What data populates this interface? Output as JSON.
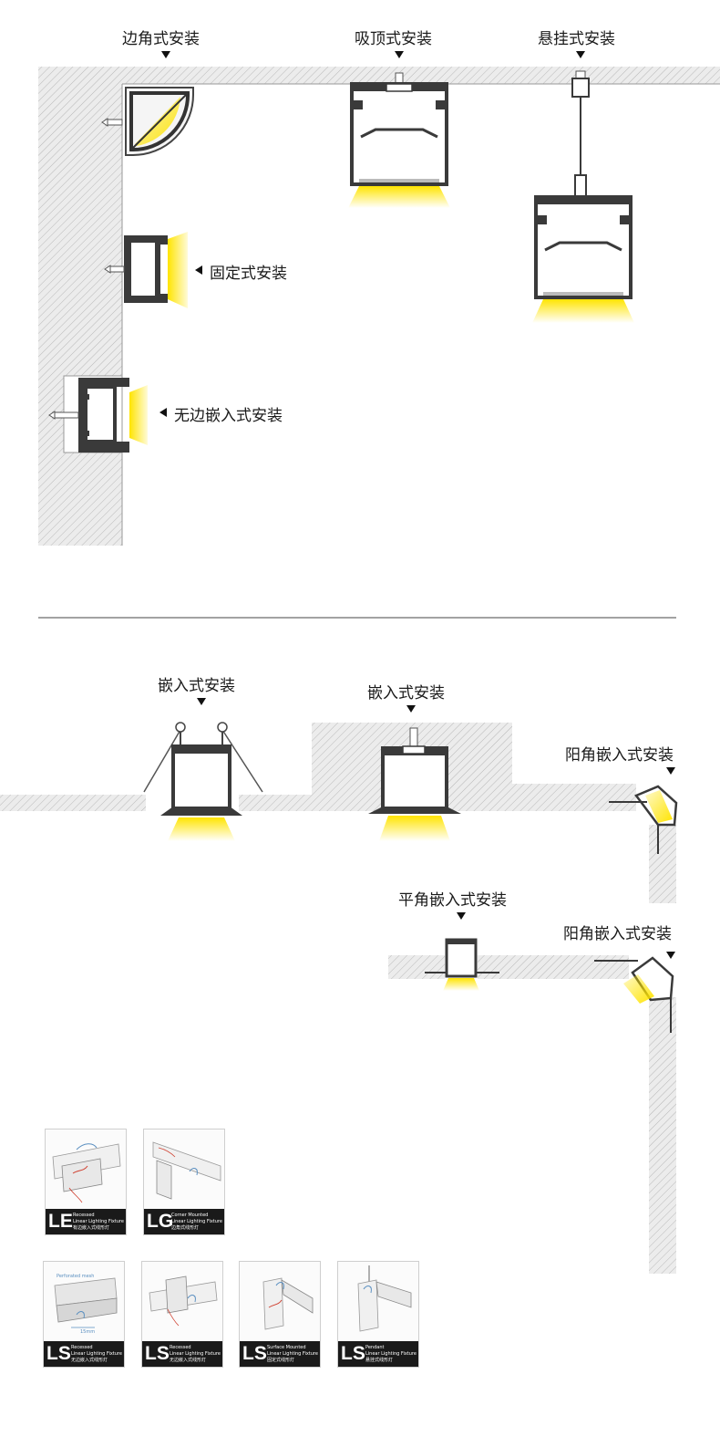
{
  "labels": {
    "corner_mount": "边角式安装",
    "ceiling_mount": "吸顶式安装",
    "pendant_mount": "悬挂式安装",
    "fixed_mount": "固定式安装",
    "frameless_recessed": "无边嵌入式安装",
    "recessed_1": "嵌入式安装",
    "recessed_2": "嵌入式安装",
    "outer_corner_1": "阳角嵌入式安装",
    "flat_corner": "平角嵌入式安装",
    "outer_corner_2": "阳角嵌入式安装"
  },
  "cards": [
    {
      "code": "LE",
      "line1": "Recessed",
      "line2": "Linear Lighting Fixture",
      "line3": "有边嵌入式线形灯"
    },
    {
      "code": "LG",
      "line1": "Corner Mounted",
      "line2": "Linear Lighting Fixture",
      "line3": "边角式线形灯"
    },
    {
      "code": "LS",
      "line1": "Recessed",
      "line2": "Linear Lighting Fixture",
      "line3": "无边嵌入式线形灯",
      "note": "Perforated mesh",
      "dim": "15mm"
    },
    {
      "code": "LS",
      "line1": "Recessed",
      "line2": "Linear Lighting Fixture",
      "line3": "无边嵌入式线形灯"
    },
    {
      "code": "LS",
      "line1": "Surface Mounted",
      "line2": "Linear Lighting Fixture",
      "line3": "固定式线形灯"
    },
    {
      "code": "LS",
      "line1": "Pendant",
      "line2": "Linear Lighting Fixture",
      "line3": "悬挂式线形灯"
    }
  ],
  "colors": {
    "light": "#ffe000",
    "profile": "#3a3a3a",
    "wall": "#e9e9e9",
    "hatch": "#b5b5b5"
  }
}
